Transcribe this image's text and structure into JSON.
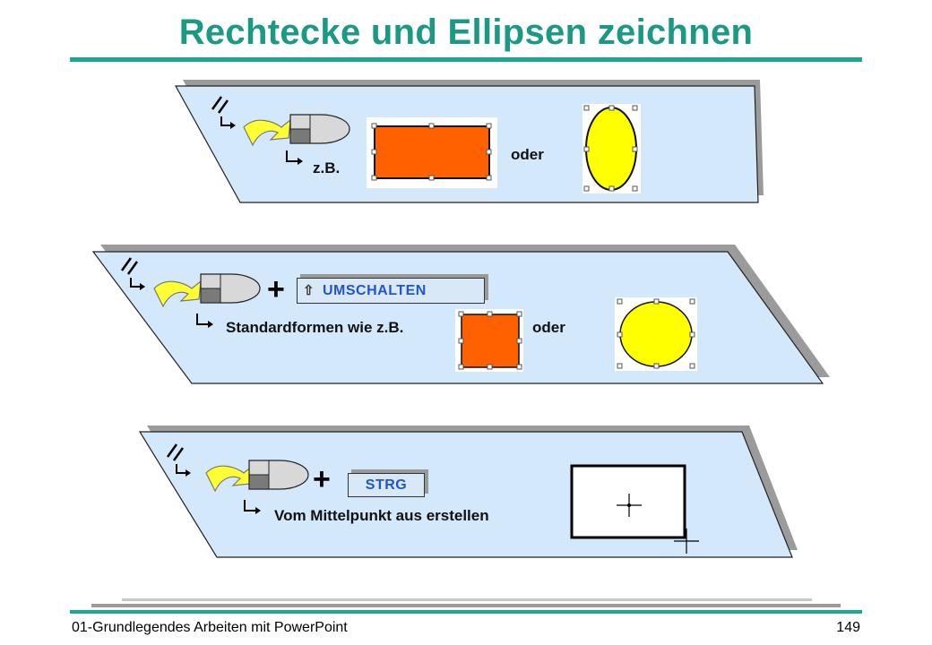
{
  "title": "Rechtecke und Ellipsen zeichnen",
  "panels": [
    {
      "sub_label": "z.B.",
      "oder": "oder"
    },
    {
      "key_label": "UMSCHALTEN",
      "sub_label": "Standardformen wie z.B.",
      "oder": "oder"
    },
    {
      "key_label": "STRG",
      "sub_label": "Vom Mittelpunkt aus erstellen"
    }
  ],
  "plus": "+",
  "footer": {
    "left": "01-Grundlegendes Arbeiten mit PowerPoint",
    "right": "149"
  },
  "colors": {
    "accent": "#1aa890",
    "panel_fill": "#d4e8fb",
    "shape_orange": "#ff6000",
    "shape_yellow": "#ffff00",
    "key_text": "#2255cc"
  },
  "icons": [
    "double-click-icon",
    "mouse-icon",
    "arrow-hand-icon",
    "shift-arrow-icon",
    "crosshair-icon"
  ]
}
